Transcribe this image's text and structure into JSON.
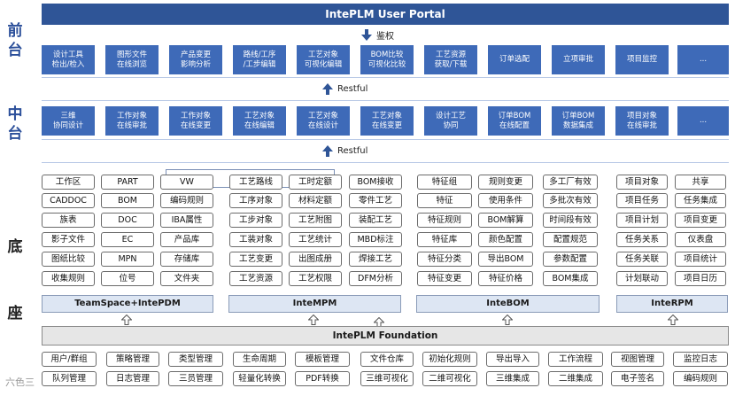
{
  "portal_title": "IntePLM User Portal",
  "auth_label": "鉴权",
  "restful_label_1": "Restful",
  "restful_label_2": "Restful",
  "side_labels": {
    "front": [
      "前",
      "台"
    ],
    "middle": [
      "中",
      "台"
    ],
    "base": [
      "底",
      "座"
    ]
  },
  "front_row": [
    "设计工具\n检出/检入",
    "图形文件\n在线浏览",
    "产品变更\n影响分析",
    "路线/工序\n/工步编辑",
    "工艺对象\n可视化编辑",
    "BOM比较\n可视化比较",
    "工艺资源\n获取/下载",
    "订单选配",
    "立项审批",
    "项目监控",
    "..."
  ],
  "middle_row": [
    "三维\n协同设计",
    "工作对象\n在线审批",
    "工作对象\n在线变更",
    "工艺对象\n在线编辑",
    "工艺对象\n在线设计",
    "工艺对象\n在线变更",
    "设计工艺\n协同",
    "订单BOM\n在线配置",
    "订单BOM\n数据集成",
    "项目对象\n在线审批",
    "..."
  ],
  "groups": {
    "pdm": [
      [
        "工作区",
        "PART",
        "VW"
      ],
      [
        "CADDOC",
        "BOM",
        "编码规则"
      ],
      [
        "族表",
        "DOC",
        "IBA属性"
      ],
      [
        "影子文件",
        "EC",
        "产品库"
      ],
      [
        "图纸比较",
        "MPN",
        "存储库"
      ],
      [
        "收集规则",
        "位号",
        "文件夹"
      ]
    ],
    "mpm": [
      [
        "工艺路线",
        "工时定额",
        "BOM接收"
      ],
      [
        "工序对象",
        "材料定额",
        "零件工艺"
      ],
      [
        "工步对象",
        "工艺附图",
        "装配工艺"
      ],
      [
        "工装对象",
        "工艺统计",
        "MBD标注"
      ],
      [
        "工艺变更",
        "出图成册",
        "焊接工艺"
      ],
      [
        "工艺资源",
        "工艺权限",
        "DFM分析"
      ]
    ],
    "bom": [
      [
        "特征组",
        "规则变更",
        "多工厂有效"
      ],
      [
        "特征",
        "使用条件",
        "多批次有效"
      ],
      [
        "特征规则",
        "BOM解算",
        "时间段有效"
      ],
      [
        "特征库",
        "颜色配置",
        "配置规范"
      ],
      [
        "特征分类",
        "导出BOM",
        "参数配置"
      ],
      [
        "特征变更",
        "特征价格",
        "BOM集成"
      ]
    ],
    "rpm": [
      [
        "项目对象",
        "共享"
      ],
      [
        "项目任务",
        "任务集成"
      ],
      [
        "项目计划",
        "项目变更"
      ],
      [
        "任务关系",
        "仪表盘"
      ],
      [
        "任务关联",
        "项目统计"
      ],
      [
        "计划联动",
        "项目日历"
      ]
    ]
  },
  "base_bars": [
    "TeamSpace+IntePDM",
    "InteMPM",
    "InteBOM",
    "InteRPM"
  ],
  "foundation_label": "IntePLM Foundation",
  "foundation_row1": [
    "用户/群组",
    "策略管理",
    "类型管理",
    "生命周期",
    "模板管理",
    "文件仓库",
    "初始化规则",
    "导出导入",
    "工作流程",
    "视图管理",
    "监控日志"
  ],
  "foundation_row2": [
    "队列管理",
    "日志管理",
    "三员管理",
    "轻量化转换",
    "PDF转换",
    "三维可视化",
    "二维可视化",
    "三维集成",
    "二维集成",
    "电子签名",
    "编码规则"
  ],
  "watermark": "六色三",
  "colors": {
    "portal": "#2f5597",
    "box": "#3e6ab8",
    "accent_text": "#2b4f9a"
  }
}
